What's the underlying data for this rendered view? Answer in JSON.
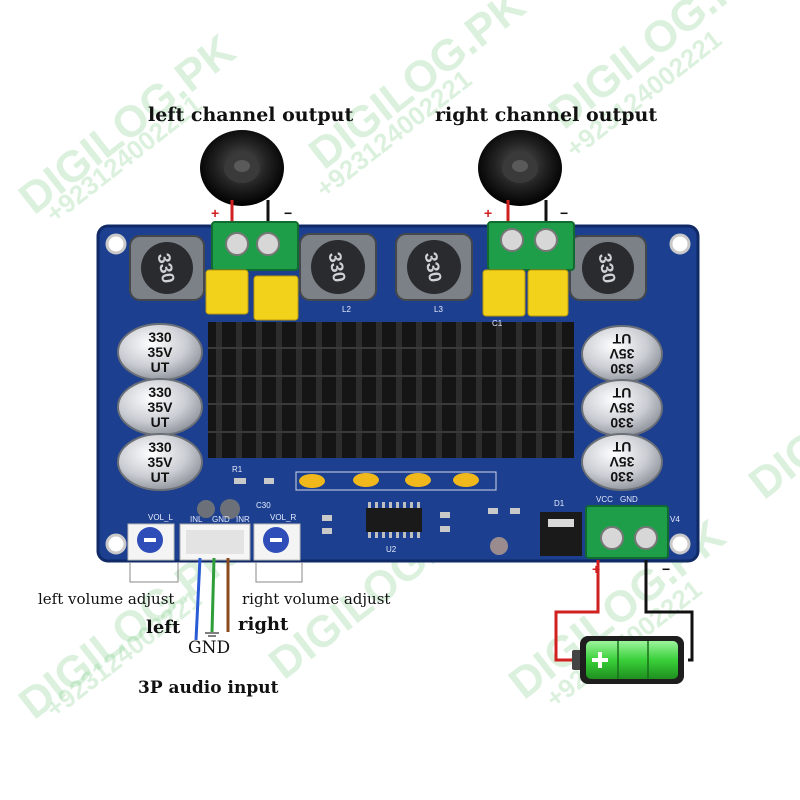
{
  "labels": {
    "left_output": "left channel output",
    "right_output": "right channel output",
    "left_volume": "left volume adjust",
    "right_volume": "right volume adjust",
    "wire_left": "left",
    "wire_right": "right",
    "wire_gnd": "GND",
    "audio_input": "3P audio input"
  },
  "board": {
    "inductor_marking": "330",
    "capacitor_lines": [
      "330",
      "35V",
      "UT"
    ],
    "pin_labels": {
      "inl": "INL",
      "gnd": "GND",
      "inr": "INR",
      "vcc": "VCC",
      "pgnd": "GND"
    },
    "ref_labels": {
      "vol_l": "VOL_L",
      "vol_r": "VOL_R",
      "l2": "L2",
      "l3": "L3",
      "c1": "C1",
      "u2": "U2",
      "d1": "D1",
      "v4": "V4",
      "c30": "C30",
      "r1": "R1"
    }
  },
  "polarity": {
    "plus": "+",
    "minus": "−"
  },
  "watermark": {
    "brand": "DIGILOG.PK",
    "phone": "+923124002221"
  },
  "colors": {
    "board": "#1c3f8f",
    "board_edge": "#0f2a66",
    "terminal": "#1f9e4a",
    "heatsink": "#151515",
    "cap_yellow": "#f2d21b",
    "wire_red": "#d21f1f",
    "wire_black": "#111111",
    "wire_blue": "#2a5bd7",
    "wire_green": "#2f9e3a",
    "wire_brown": "#8b4a1e",
    "battery_green": "#3fd63f"
  }
}
